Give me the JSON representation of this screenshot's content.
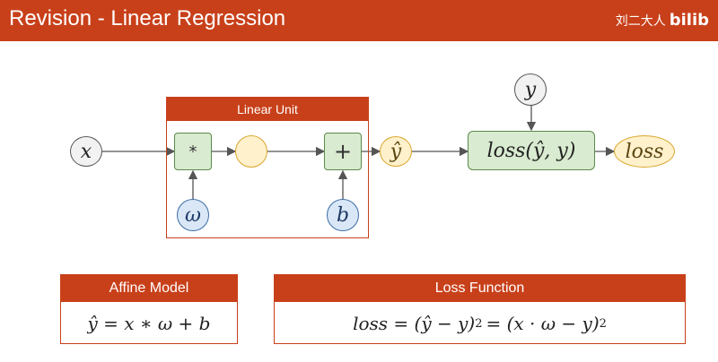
{
  "header": {
    "title": "Revision - Linear Regression",
    "watermark_text": "刘二大人",
    "watermark_logo": "bilib"
  },
  "diagram": {
    "input_x": "x",
    "linear_unit_label": "Linear Unit",
    "multiply_op": "*",
    "add_op": "+",
    "weight": "ω",
    "bias": "b",
    "prediction": "ŷ",
    "target": "y",
    "loss_node": "loss(ŷ, y)",
    "loss_output": "loss"
  },
  "affine_panel": {
    "header": "Affine Model",
    "formula": "ŷ = x ∗ ω + b"
  },
  "loss_panel": {
    "header": "Loss Function",
    "formula_part1": "loss = (ŷ − y)",
    "exp1": "2",
    "formula_part2": "= (x · ω − y)",
    "exp2": "2"
  },
  "colors": {
    "accent": "#c8401a",
    "green_fill": "#d9ebd0",
    "blue_fill": "#d9e7f7",
    "yellow_fill": "#fff1cc",
    "annotation_red": "#d42020"
  }
}
